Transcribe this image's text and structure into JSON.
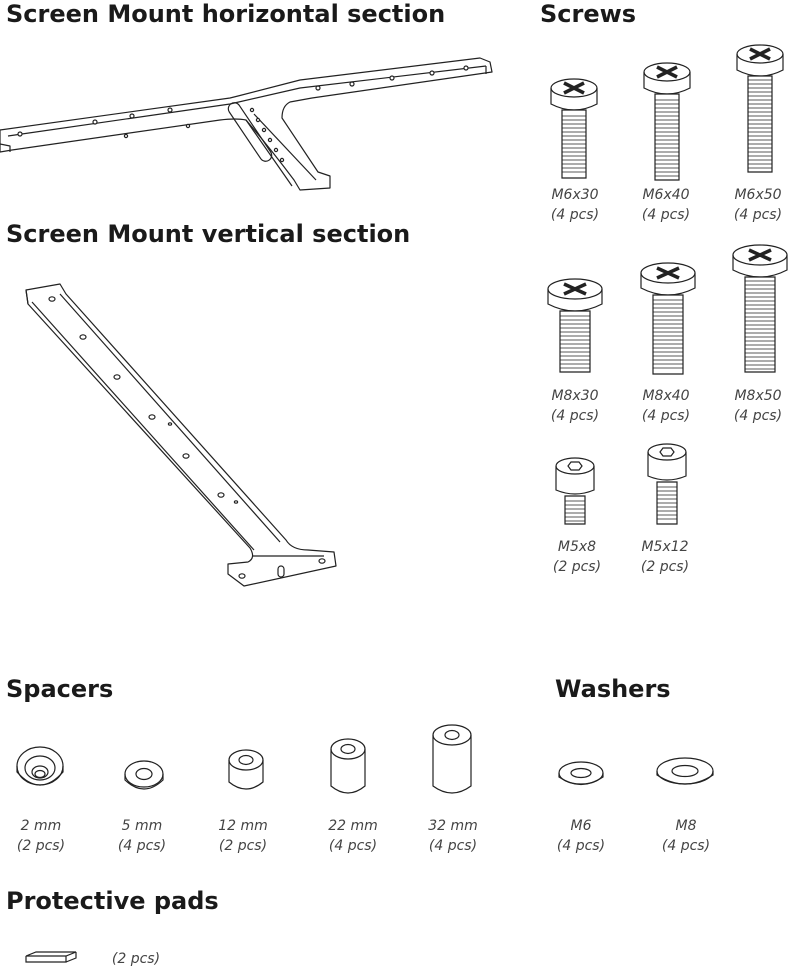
{
  "sections": {
    "mount_horizontal": "Screen Mount horizontal section",
    "mount_vertical": "Screen Mount vertical section",
    "screws": "Screws",
    "spacers": "Spacers",
    "washers": "Washers",
    "pads": "Protective pads"
  },
  "screws": [
    {
      "size": "M6x30",
      "qty": "(4 pcs)"
    },
    {
      "size": "M6x40",
      "qty": "(4 pcs)"
    },
    {
      "size": "M6x50",
      "qty": "(4 pcs)"
    },
    {
      "size": "M8x30",
      "qty": "(4 pcs)"
    },
    {
      "size": "M8x40",
      "qty": "(4 pcs)"
    },
    {
      "size": "M8x50",
      "qty": "(4 pcs)"
    },
    {
      "size": "M5x8",
      "qty": "(2 pcs)"
    },
    {
      "size": "M5x12",
      "qty": "(2 pcs)"
    }
  ],
  "spacers": [
    {
      "size": "2 mm",
      "qty": "(2 pcs)"
    },
    {
      "size": "5 mm",
      "qty": "(4 pcs)"
    },
    {
      "size": "12 mm",
      "qty": "(2 pcs)"
    },
    {
      "size": "22 mm",
      "qty": "(4 pcs)"
    },
    {
      "size": "32 mm",
      "qty": "(4 pcs)"
    }
  ],
  "washers": [
    {
      "size": "M6",
      "qty": "(4 pcs)"
    },
    {
      "size": "M8",
      "qty": "(4 pcs)"
    }
  ],
  "pads": {
    "qty": "(2 pcs)"
  }
}
